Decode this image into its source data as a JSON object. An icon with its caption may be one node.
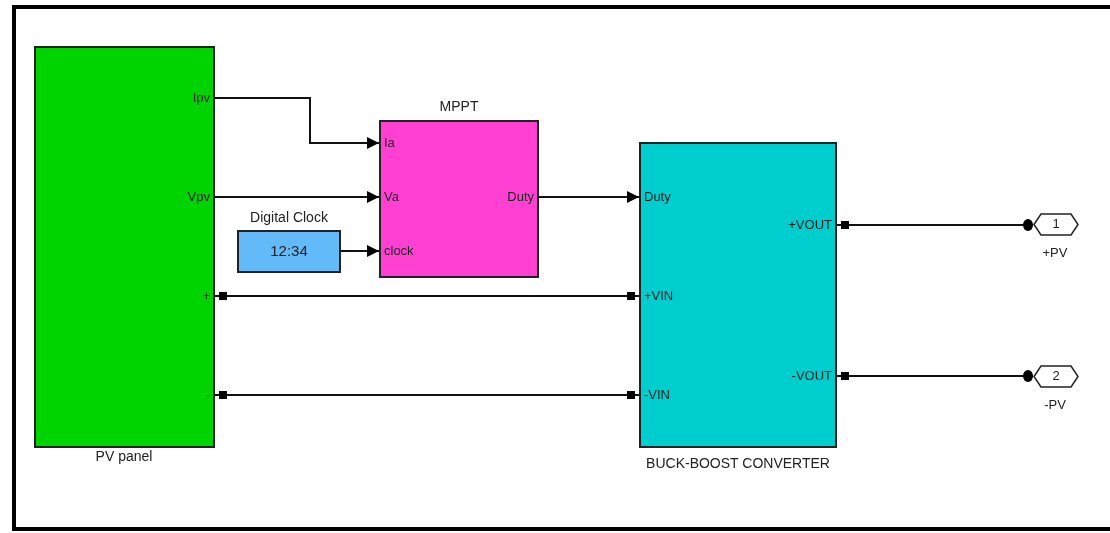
{
  "diagram": {
    "nodes": [
      {
        "text": [
          "PV panel",
          "Ipv",
          "Vpv",
          "+",
          "-"
        ]
      },
      {
        "text": [
          "MPPT",
          "Ia",
          "Va",
          "clock",
          "Duty"
        ]
      },
      {
        "text": [
          "Digital Clock",
          "12:34"
        ]
      },
      {
        "text": [
          "BUCK-BOOST CONVERTER",
          "Duty",
          "+VIN",
          "-VIN",
          "+VOUT",
          "-VOUT"
        ]
      },
      {
        "text": [
          "1",
          "+PV"
        ]
      },
      {
        "text": [
          "2",
          "-PV"
        ]
      }
    ],
    "edges": [
      {
        "from": 0,
        "to": 1,
        "arrow": "to"
      },
      {
        "from": 0,
        "to": 1,
        "arrow": "to"
      },
      {
        "from": 2,
        "to": 1,
        "arrow": "to"
      },
      {
        "from": 1,
        "to": 3,
        "arrow": "to"
      },
      {
        "from": 0,
        "to": 3,
        "arrow": "other"
      },
      {
        "from": 0,
        "to": 3,
        "arrow": "other"
      },
      {
        "from": 3,
        "to": 4,
        "arrow": "other"
      },
      {
        "from": 3,
        "to": 5,
        "arrow": "other"
      }
    ]
  }
}
